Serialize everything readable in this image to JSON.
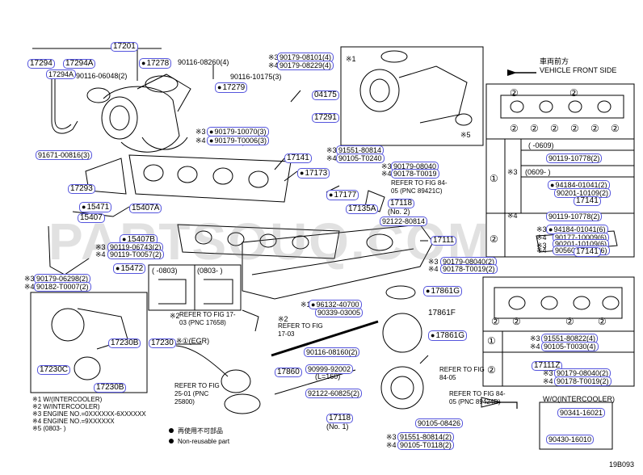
{
  "figure": {
    "number": "19B093",
    "watermark": "PARTSOUQ.COM",
    "orientation": {
      "jp": "車両前方",
      "en": "VEHICLE FRONT SIDE"
    }
  },
  "labels": {
    "p17201": "17201",
    "p17294": "17294",
    "p17294A": "17294A",
    "p17294A2": "17294A",
    "p17278": "17278",
    "p90116_08260": "90116-08260(4)",
    "p90116_06048": "90116-06048(2)",
    "p17279": "17279",
    "p90116_10175": "90116-10175(3)",
    "p90179_08101": "90179-08101(4)",
    "p90179_08229": "90179-08229(4)",
    "p04175": "04175",
    "p17291": "17291",
    "p90179_10070": "90179-10070(3)",
    "p90179_T0006": "90179-T0006(3)",
    "p91671_00816": "91671-00816(3)",
    "p17141": "17141",
    "p17173": "17173",
    "p91551_80814": "91551-80814",
    "p90105_T0240": "90105-T0240",
    "p90179_08040": "90179-08040",
    "p90178_T0019": "90178-T0019",
    "p17293": "17293",
    "p15471": "15471",
    "p15407": "15407",
    "p15407A": "15407A",
    "p17177": "17177",
    "p17118": "17118",
    "p17118_no2": "(No. 2)",
    "p17135A": "17135A",
    "p92122_80814": "92122-80814",
    "p17111": "17111",
    "p15407B": "15407B",
    "p90119_06743": "90119-06743(2)",
    "p90119_T0057": "90119-T0057(2)",
    "p15472": "15472",
    "p90179_06298": "90179-06298(2)",
    "p90182_T0007": "90182-T0007(2)",
    "p90179_08040b": "90179-08040(2)",
    "p90178_T0019b": "90178-T0019(2)",
    "p17861G": "17861G",
    "p96132_40700": "96132-40700",
    "p90339_03005": "90339-03005",
    "p17861F": "17861F",
    "p17861G2": "17861G",
    "p17230B": "17230B",
    "p17230": "17230",
    "p17230C": "17230C",
    "p17230B2": "17230B",
    "egr": "EGR",
    "p90116_08160": "90116-08160(2)",
    "p17860": "17860",
    "p90999_92002": "90999-92002",
    "p90999_len": "(L=160)",
    "p92122_60825": "92122-60825(2)",
    "p17118b": "17118",
    "p17118_no1": "(No. 1)",
    "p90105_08426": "90105-08426",
    "p91551_80814b": "91551-80814(2)",
    "p90105_T0118": "90105-T0118(2)",
    "r_0609": "(     -0609)",
    "r_90119_10778a": "90119-10778(2)",
    "r_0609_": "(0609-     )",
    "r_94184_01041a": "94184-01041(2)",
    "r_90201_10109a": "90201-10109(2)",
    "r_17141a": "17141",
    "r_90119_10778b": "90119-10778(2)",
    "r_94184_01041b": "94184-01041(6)",
    "r_90177_10009": "90177-10009(6)",
    "r_90201_10109b": "90201-10109(6)",
    "r_90560_T0004": "90560-T0004(6)",
    "r_17141b": "17141",
    "r_91551_80822": "91551-80822(4)",
    "r_90105_T0030": "90105-T0030(4)",
    "r_17111Z": "17111Z",
    "r_90179_08040": "90179-08040(2)",
    "r_90178_T0019": "90178-T0019(2)",
    "wo_intercooler": "W/O(INTERCOOLER)",
    "p90341_16021": "90341-16021",
    "p90430_16010": "90430-16010",
    "ref_84_05a": "REFER TO FIG 84-05 (PNC 89421C)",
    "ref_17_03a": "REFER TO FIG 17-03 (PNC 17658)",
    "ref_17_03b": "REFER TO FIG 17-03",
    "ref_25_01": "REFER TO FIG 25-01 (PNC 25800)",
    "ref_84_05b": "REFER TO FIG 84-05",
    "ref_84_05c": "REFER TO FIG 84-05 (PNC 89424D)",
    "range_0803": "(     -0803)",
    "range_0803_": "(0803-     )",
    "m1": "※1",
    "m2": "※2",
    "m3": "※3",
    "m4": "※4",
    "m5": "※5",
    "c1": "①",
    "c2": "②"
  },
  "legend": {
    "n1": "※1 W/(INTERCOOLER)",
    "n2": "※2 W/INTERCOOLER)",
    "n3": "※3 ENGINE NO.=0XXXXXX-6XXXXXX",
    "n4": "※4 ENGINE NO.=9XXXXXX",
    "n5": "※5 (0803-     )",
    "nonreuse_jp": "再使用不可部品",
    "nonreuse_en": "Non-reusable part"
  }
}
